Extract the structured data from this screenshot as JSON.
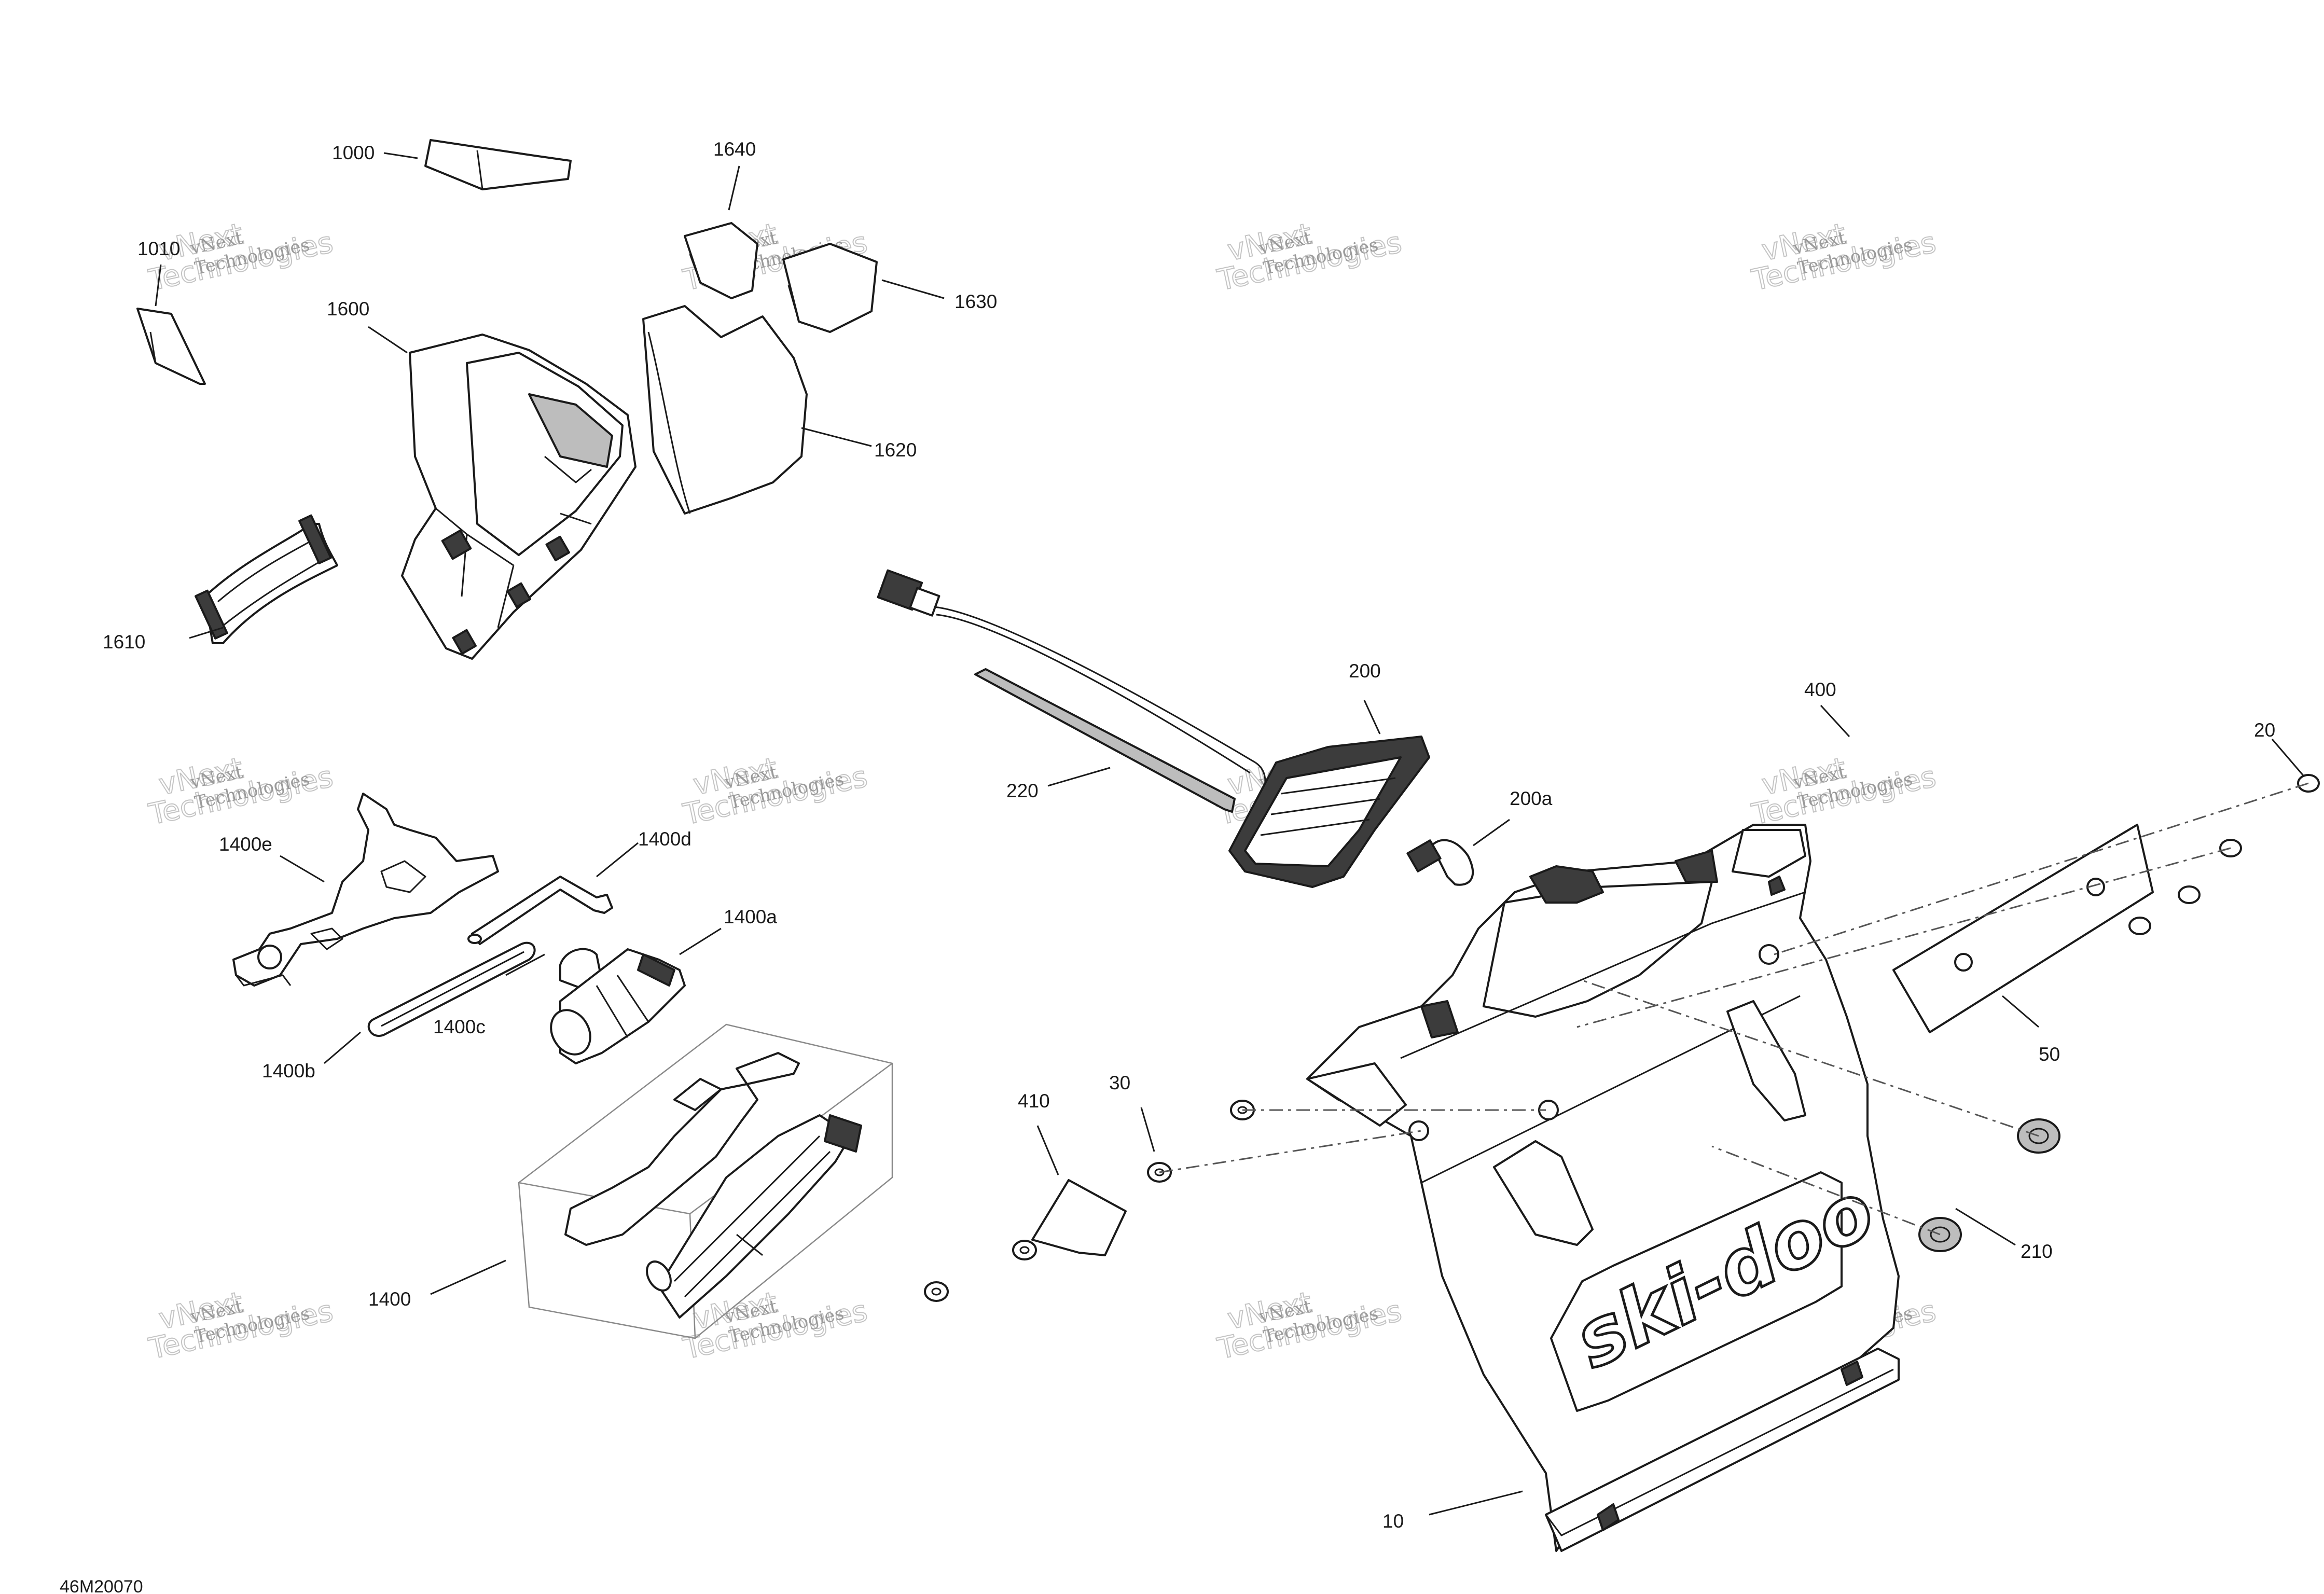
{
  "diagram": {
    "reference_code": "46M20070",
    "logo_text": "ski-doo",
    "watermark": {
      "line1": "vNext",
      "line2": "Technologies"
    },
    "callouts": [
      {
        "id": "c1000",
        "label": "1000"
      },
      {
        "id": "c1010",
        "label": "1010"
      },
      {
        "id": "c1640",
        "label": "1640"
      },
      {
        "id": "c1630",
        "label": "1630"
      },
      {
        "id": "c1600",
        "label": "1600"
      },
      {
        "id": "c1620",
        "label": "1620"
      },
      {
        "id": "c1610",
        "label": "1610"
      },
      {
        "id": "c200",
        "label": "200"
      },
      {
        "id": "c400",
        "label": "400"
      },
      {
        "id": "c20",
        "label": "20"
      },
      {
        "id": "c220",
        "label": "220"
      },
      {
        "id": "c200a",
        "label": "200a"
      },
      {
        "id": "c1400e",
        "label": "1400e"
      },
      {
        "id": "c1400d",
        "label": "1400d"
      },
      {
        "id": "c1400a",
        "label": "1400a"
      },
      {
        "id": "c1400c",
        "label": "1400c"
      },
      {
        "id": "c1400b",
        "label": "1400b"
      },
      {
        "id": "c410",
        "label": "410"
      },
      {
        "id": "c30",
        "label": "30"
      },
      {
        "id": "c50",
        "label": "50"
      },
      {
        "id": "c210",
        "label": "210"
      },
      {
        "id": "c1400",
        "label": "1400"
      },
      {
        "id": "c10",
        "label": "10"
      }
    ]
  }
}
